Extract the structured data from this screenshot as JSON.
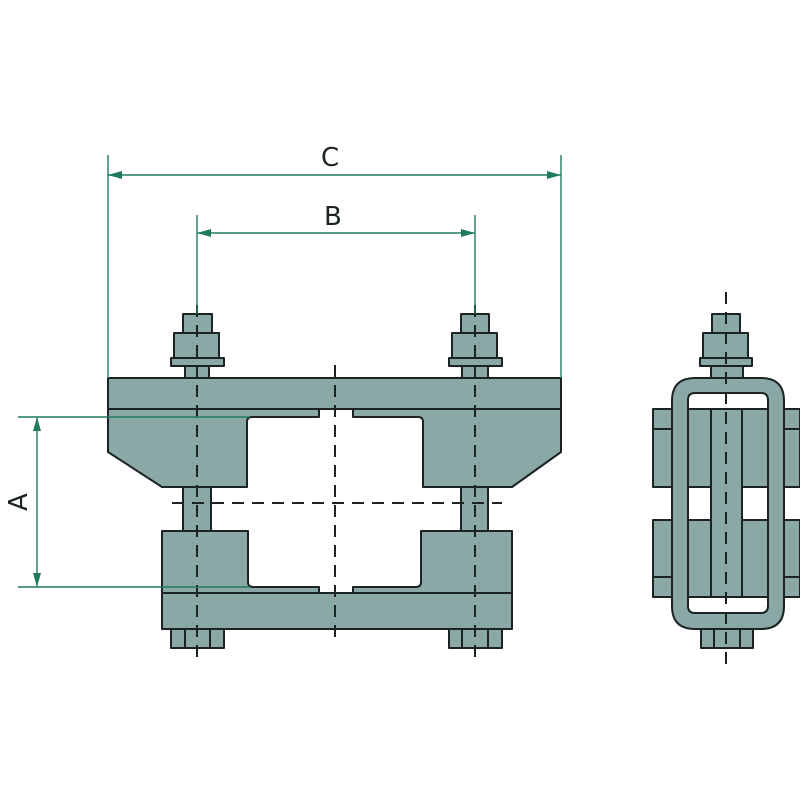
{
  "diagram": {
    "dimension_labels": {
      "A": "A",
      "B": "B",
      "C": "C"
    },
    "colors": {
      "part_fill": "#8aa9a6",
      "outline": "#1b2323",
      "dimension": "#1f7a5e"
    }
  }
}
